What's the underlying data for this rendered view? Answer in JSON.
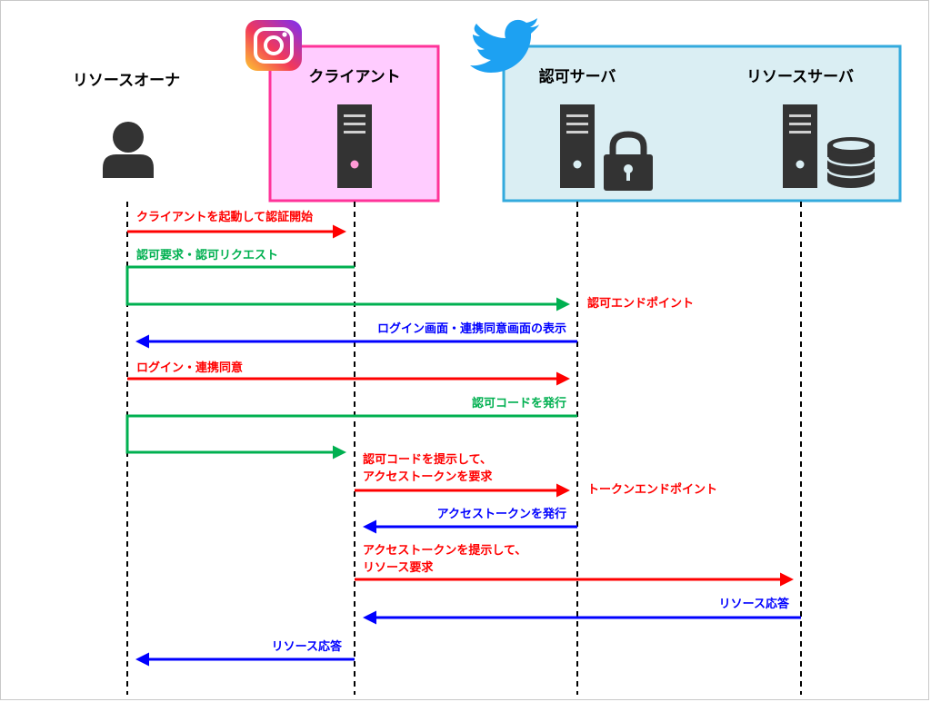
{
  "actors": {
    "owner": "リソースオーナ",
    "client": "クライアント",
    "auth_server": "認可サーバ",
    "resource_server": "リソースサーバ"
  },
  "endpoints": {
    "auth": "認可エンドポイント",
    "token": "トークンエンドポイント"
  },
  "messages": [
    {
      "text": "クライアントを起動して認証開始",
      "color": "#ff0000"
    },
    {
      "text": "認可要求・認可リクエスト",
      "color": "#00b050"
    },
    {
      "text": "ログイン画面・連携同意画面の表示",
      "color": "#0000ff"
    },
    {
      "text": "ログイン・連携同意",
      "color": "#ff0000"
    },
    {
      "text": "認可コードを発行",
      "color": "#00b050"
    },
    {
      "line1": "認可コードを提示して、",
      "line2": "アクセストークンを要求",
      "color": "#ff0000"
    },
    {
      "text": "アクセストークンを発行",
      "color": "#0000ff"
    },
    {
      "line1": "アクセストークンを提示して、",
      "line2": "リソース要求",
      "color": "#ff0000"
    },
    {
      "text": "リソース応答",
      "color": "#0000ff"
    },
    {
      "text": "リソース応答",
      "color": "#0000ff"
    }
  ],
  "icons": {
    "owner": "person-icon",
    "client_brand": "instagram-icon",
    "server_brand": "twitter-bird-icon",
    "server": "server-icon",
    "lock": "lock-icon",
    "database": "database-icon"
  },
  "colors": {
    "red": "#ff0000",
    "green": "#00b050",
    "blue": "#0000ff",
    "client_box_fill": "#ffccff",
    "client_box_border": "#ff3399",
    "server_box_fill": "#daeef3",
    "server_box_border": "#33aadd"
  }
}
